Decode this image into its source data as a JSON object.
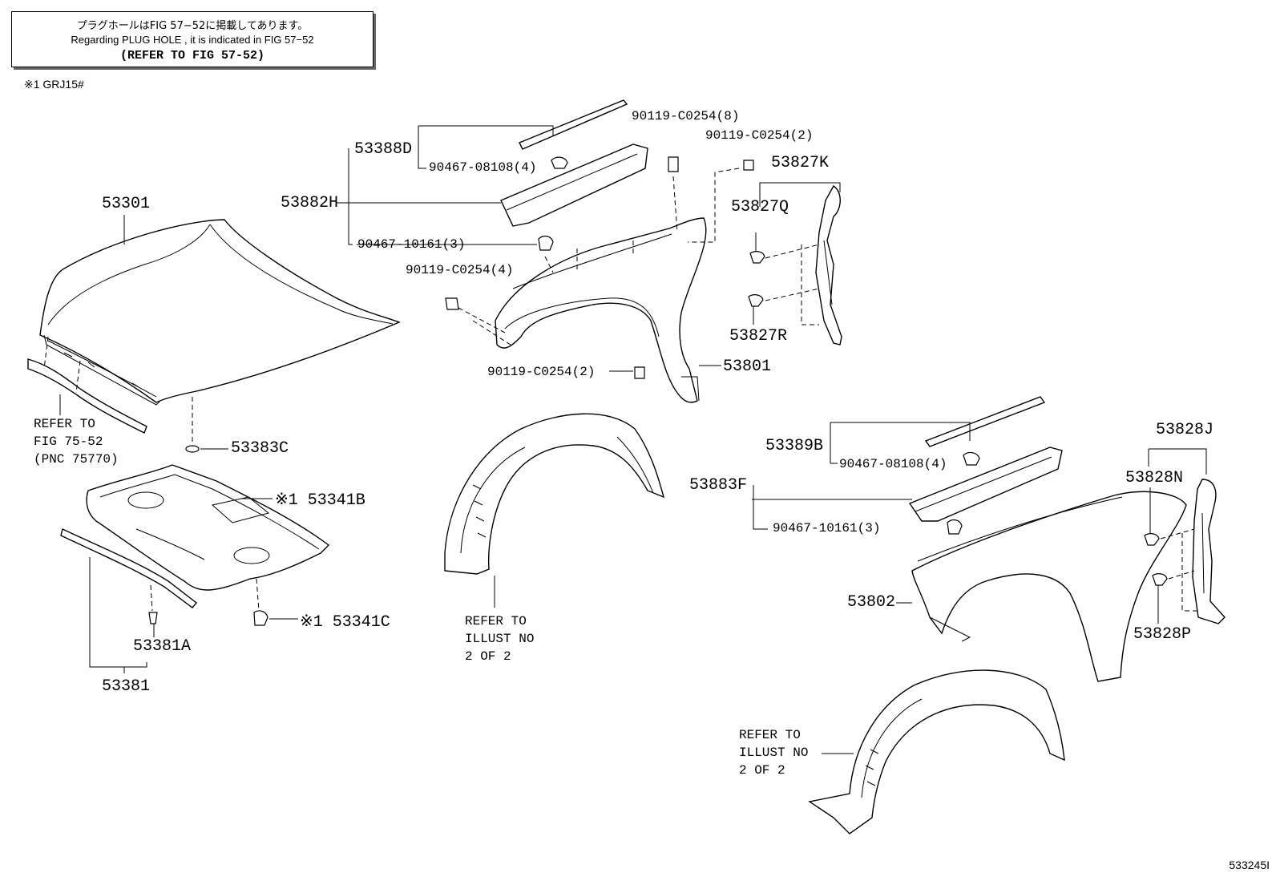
{
  "note": {
    "jp": "プラグホールはFIG 57−52に掲載してあります。",
    "en": "Regarding PLUG HOLE , it is indicated in FIG 57−52",
    "ref": "(REFER TO FIG 57-52)"
  },
  "footnote": "※1 GRJ15#",
  "labels": {
    "hood": "53301",
    "hood_seal": "53383C",
    "insulator_b": "※1 53341B",
    "insulator_c": "※1 53341C",
    "seal_clip": "53381A",
    "seal": "53381",
    "seal_lh_assy": "53388D",
    "seal_lh_clip": "90467-08108(4)",
    "seal_lh_retainer": "53882H",
    "seal_lh_clip2": "90467-10161(3)",
    "bolt_8": "90119-C0254(8)",
    "bolt_2a": "90119-C0254(2)",
    "bolt_4": "90119-C0254(4)",
    "bolt_2b": "90119-C0254(2)",
    "splash_k": "53827K",
    "splash_q": "53827Q",
    "splash_r": "53827R",
    "fender_rh": "53801",
    "seal_rh_assy": "53389B",
    "seal_rh_clip": "90467-08108(4)",
    "seal_rh_retainer": "53883F",
    "seal_rh_clip2": "90467-10161(3)",
    "splash_j": "53828J",
    "splash_n": "53828N",
    "splash_p": "53828P",
    "fender_lh": "53802"
  },
  "refer_fig": [
    "REFER TO",
    "FIG 75-52",
    "(PNC 75770)"
  ],
  "refer_illust_1": [
    "REFER TO",
    "ILLUST NO",
    "2 OF 2"
  ],
  "refer_illust_2": [
    "REFER TO",
    "ILLUST NO",
    "2 OF 2"
  ],
  "figure_id": "533245I"
}
